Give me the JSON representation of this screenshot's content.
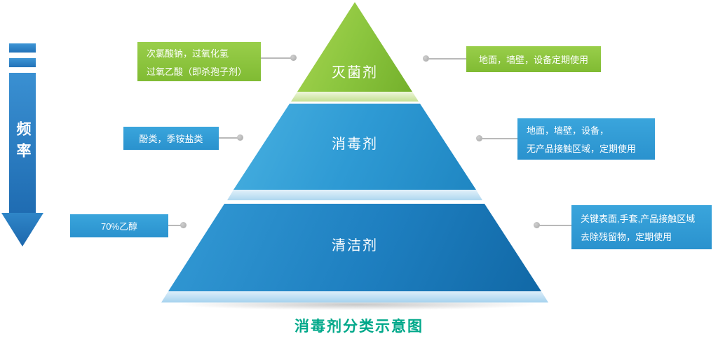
{
  "title": "消毒剂分类示意图",
  "frequency_axis": {
    "label": "频率"
  },
  "pyramid": {
    "tiers": [
      {
        "label": "灭菌剂",
        "color": "#8cc63f"
      },
      {
        "label": "消毒剂",
        "color": "#2e9ad4"
      },
      {
        "label": "清洁剂",
        "color": "#1e7fc0"
      }
    ]
  },
  "callouts": {
    "left": [
      {
        "lines": [
          "次氯酸钠，过氧化氢",
          "过氧乙酸（即杀孢子剂）"
        ],
        "color": "#8cc63f"
      },
      {
        "lines": [
          "酚类，季铵盐类"
        ],
        "color": "#2e9ad4"
      },
      {
        "lines": [
          "70%乙醇"
        ],
        "color": "#2e9ad4"
      }
    ],
    "right": [
      {
        "lines": [
          "地面，墙壁，设备定期使用"
        ],
        "color": "#8cc63f"
      },
      {
        "lines": [
          "地面，墙壁，设备，",
          "无产品接触区域，定期使用"
        ],
        "color": "#2e9ad4"
      },
      {
        "lines": [
          "关键表面,手套,产品接触区域",
          "去除残留物，定期使用"
        ],
        "color": "#2e9ad4"
      }
    ]
  },
  "palette": {
    "arrow_blue": "#2b7fc4",
    "tier_green": "#8cc63f",
    "tier_blue": "#2e9ad4",
    "tier_deep_blue": "#1e7fc0",
    "title_teal": "#00a88a",
    "connector_gray": "#b3b3b3"
  }
}
